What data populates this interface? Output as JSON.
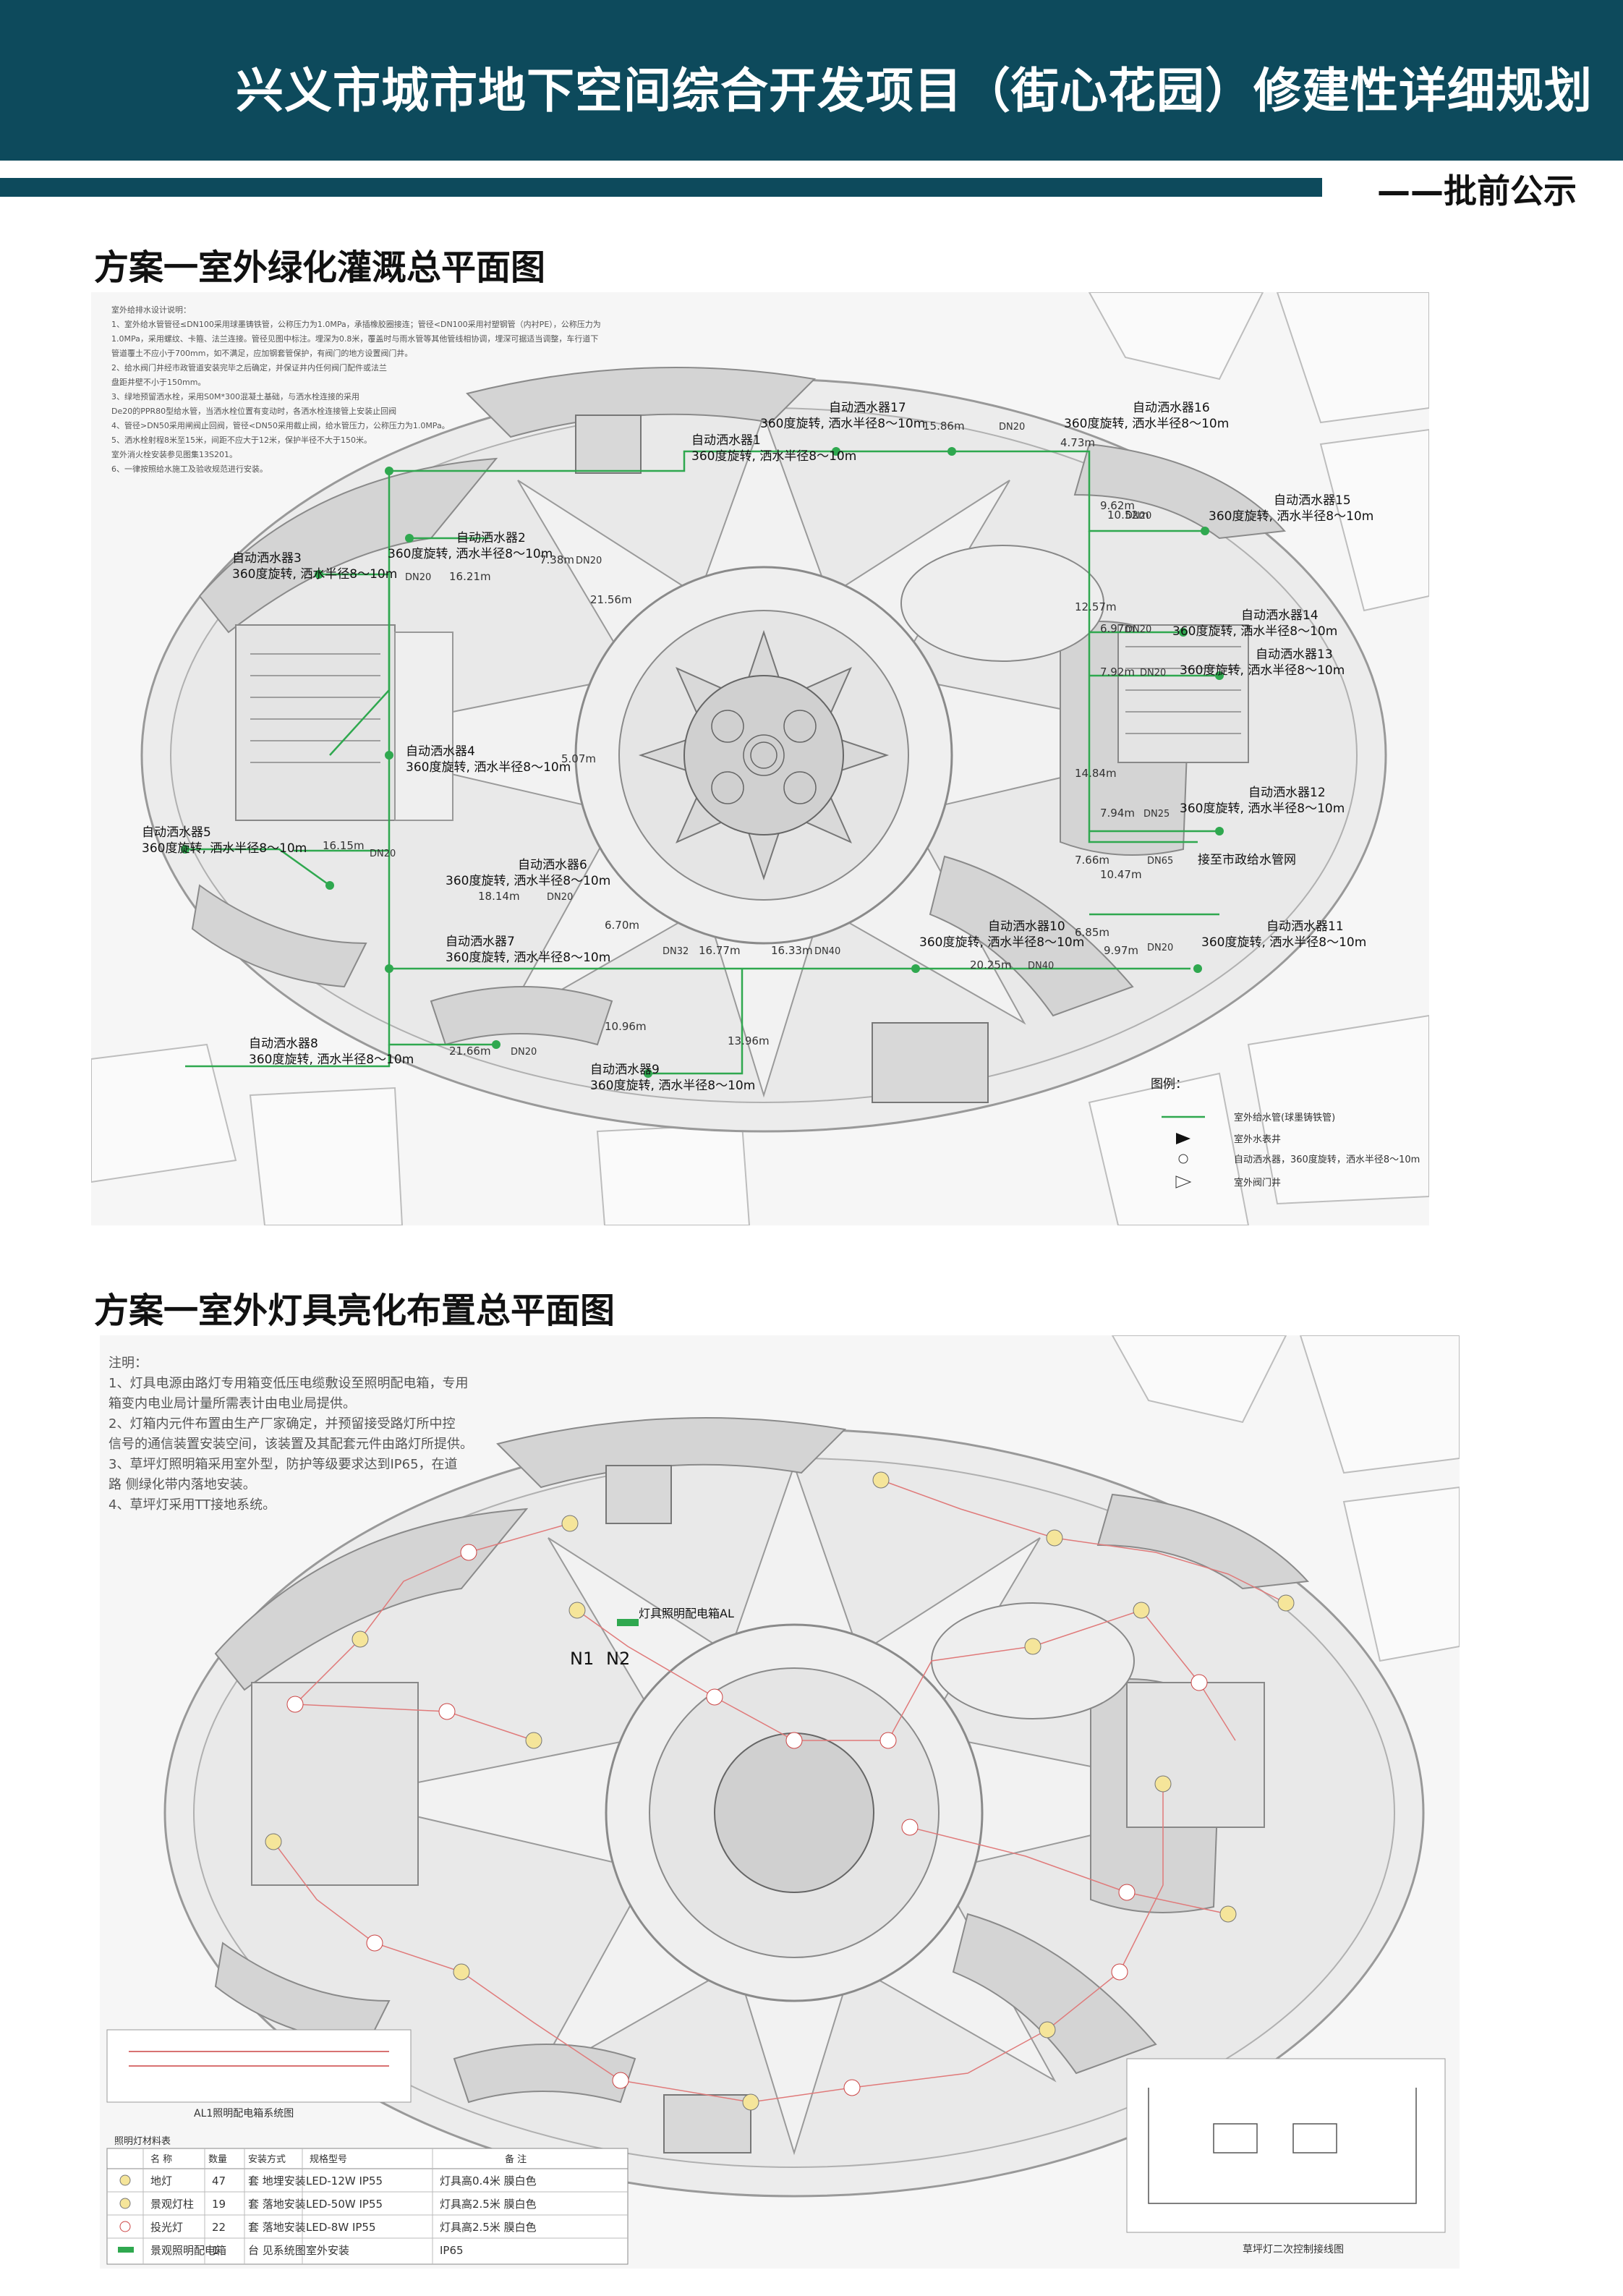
{
  "header": {
    "title": "兴义市城市地下空间综合开发项目（街心花园）修建性详细规划",
    "stamp": "——批前公示"
  },
  "section1": {
    "title": "方案一室外绿化灌溉总平面图",
    "notes": [
      "室外给排水设计说明：",
      "1、室外给水管管径≤DN100采用球墨铸铁管，公称压力为1.0MPa，承插橡胶圈接连；管径<DN100采用衬塑钢管（内衬PE），公称压力为",
      "1.0MPa，采用螺纹、卡箍、法兰连接。管径见图中标注。埋深为0.8米，覆盖时与雨水管等其他管线相协调，埋深可据适当调整，车行道下",
      "管道覆土不应小于700mm，如不满足，应加钢套管保护，有阀门的地方设置阀门井。",
      "2、给水阀门井经市政管道安装完毕之后确定，并保证井内任何阀门配件或法兰",
      "盘距井壁不小于150mm。",
      "3、绿地预留洒水栓，采用S0M*300混凝土基础，与洒水栓连接的采用",
      "De20的PPR80型给水管，当洒水栓位置有变动时，各洒水栓连接管上安装止回阀",
      "4、管径>DN50采用闸阀止回阀，管径<DN50采用截止阀，给水管压力，公称压力为1.0MPa。",
      "5、洒水栓射程8米至15米，间距不应大于12米，保护半径不大于150米。",
      "室外消火栓安装参见图集13S201。",
      "6、一律按照给水施工及验收规范进行安装。"
    ],
    "sprinklers": [
      {
        "name": "自动洒水器1",
        "spec": "360度旋转, 洒水半径8～10m"
      },
      {
        "name": "自动洒水器2",
        "spec": "360度旋转, 洒水半径8～10m"
      },
      {
        "name": "自动洒水器3",
        "spec": "360度旋转, 洒水半径8～10m"
      },
      {
        "name": "自动洒水器4",
        "spec": "360度旋转, 洒水半径8～10m"
      },
      {
        "name": "自动洒水器5",
        "spec": "360度旋转, 洒水半径8～10m"
      },
      {
        "name": "自动洒水器6",
        "spec": "360度旋转, 洒水半径8～10m"
      },
      {
        "name": "自动洒水器7",
        "spec": "360度旋转, 洒水半径8～10m"
      },
      {
        "name": "自动洒水器8",
        "spec": "360度旋转, 洒水半径8～10m"
      },
      {
        "name": "自动洒水器9",
        "spec": "360度旋转, 洒水半径8～10m"
      },
      {
        "name": "自动洒水器10",
        "spec": "360度旋转, 洒水半径8～10m"
      },
      {
        "name": "自动洒水器11",
        "spec": "360度旋转, 洒水半径8～10m"
      },
      {
        "name": "自动洒水器12",
        "spec": "360度旋转, 洒水半径8～10m"
      },
      {
        "name": "自动洒水器13",
        "spec": "360度旋转, 洒水半径8～10m"
      },
      {
        "name": "自动洒水器14",
        "spec": "360度旋转, 洒水半径8～10m"
      },
      {
        "name": "自动洒水器15",
        "spec": "360度旋转, 洒水半径8～10m"
      },
      {
        "name": "自动洒水器16",
        "spec": "360度旋转, 洒水半径8～10m"
      },
      {
        "name": "自动洒水器17",
        "spec": "360度旋转, 洒水半径8～10m"
      }
    ],
    "dims": [
      "15.86m",
      "4.73m",
      "9.62m",
      "10.52m",
      "12.57m",
      "6.97m",
      "7.92m",
      "14.84m",
      "7.94m",
      "10.47m",
      "7.66m",
      "6.85m",
      "9.97m",
      "20.25m",
      "16.33m",
      "16.77m",
      "6.70m",
      "10.96m",
      "13.96m",
      "21.66m",
      "18.14m",
      "16.15m",
      "5.07m",
      "21.56m",
      "7.38m",
      "16.21m"
    ],
    "pipes": [
      "DN20",
      "DN25",
      "DN32",
      "DN40",
      "DN65"
    ],
    "connect_label": "接至市政给水管网",
    "legend": {
      "title": "图例：",
      "items": [
        "室外给水管(球墨铸铁管)",
        "室外水表井",
        "自动洒水器，360度旋转，洒水半径8～10m",
        "室外阀门井"
      ]
    }
  },
  "section2": {
    "title": "方案一室外灯具亮化布置总平面图",
    "notes": [
      "注明：",
      "1、灯具电源由路灯专用箱变低压电缆敷设至照明配电箱，专用",
      "箱变内电业局计量所需表计由电业局提供。",
      "2、灯箱内元件布置由生产厂家确定，并预留接受路灯所中控",
      "信号的通信装置安装空间，该装置及其配套元件由路灯所提供。",
      "3、草坪灯照明箱采用室外型，防护等级要求达到IP65，在道",
      "路 侧绿化带内落地安装。",
      "4、草坪灯采用TT接地系统。"
    ],
    "panel_label": "灯具照明配电箱AL",
    "circuits": [
      "N1",
      "N2"
    ],
    "system_caption": "AL1照明配电箱系统图",
    "control_caption": "草坪灯二次控制接线图",
    "table": {
      "title": "照明灯材料表",
      "headers": [
        "",
        "名 称",
        "数量",
        "安装方式",
        "规格型号",
        "备 注"
      ],
      "rows": [
        [
          "",
          "地灯",
          "47",
          "套  地埋安装",
          "LED-12W  IP55",
          "灯具高0.4米 膜白色"
        ],
        [
          "",
          "景观灯柱",
          "19",
          "套  落地安装",
          "LED-50W  IP55",
          "灯具高2.5米 膜白色"
        ],
        [
          "",
          "投光灯",
          "22",
          "套  落地安装",
          "LED-8W  IP55",
          "灯具高2.5米 膜白色"
        ],
        [
          "",
          "景观照明配电箱",
          "1",
          "台  见系统图",
          "室外安装",
          "IP65"
        ]
      ]
    }
  },
  "colors": {
    "header_bg": "#0d4a5c",
    "pipe_green": "#2fa84f",
    "cable_red": "#e07a7a",
    "lamp_yellow": "#f5e59a"
  }
}
